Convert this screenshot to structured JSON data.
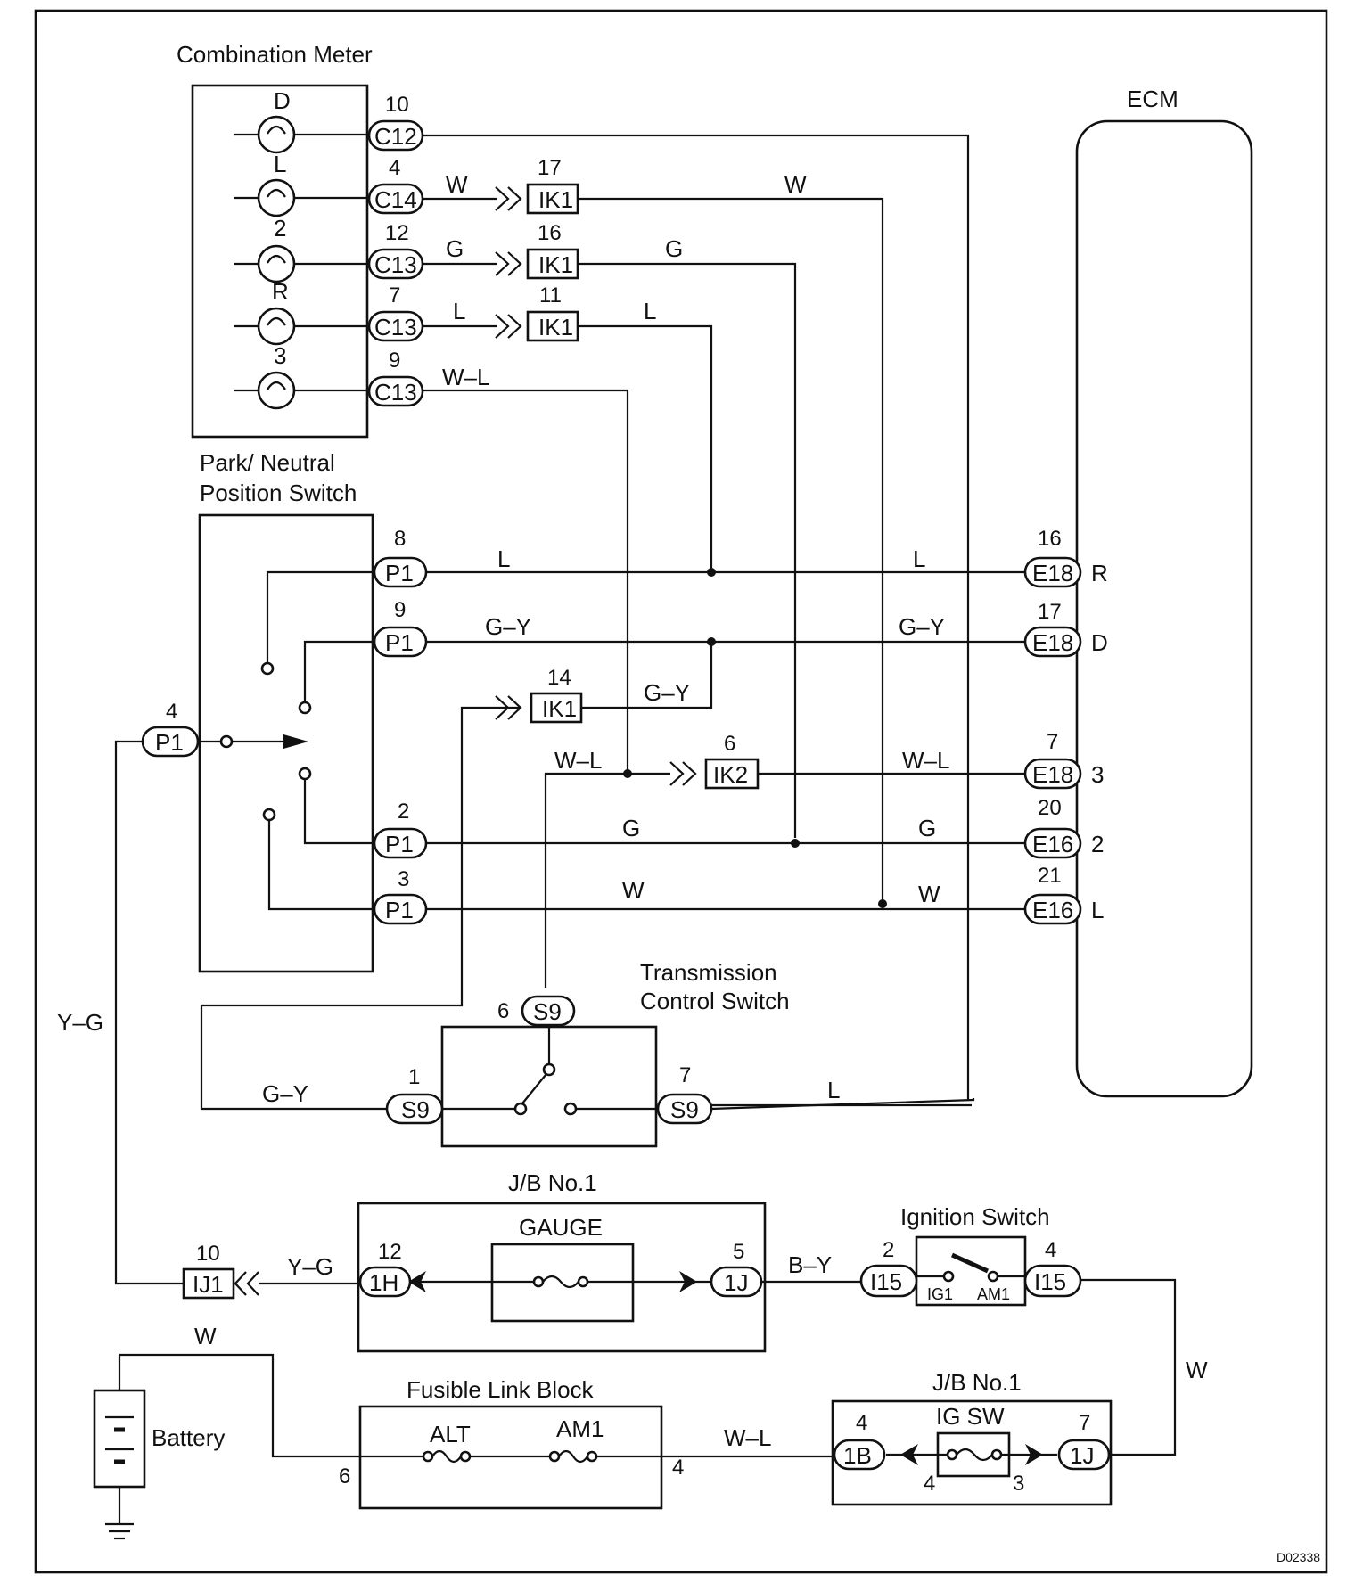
{
  "titles": {
    "combination_meter": "Combination Meter",
    "ecm": "ECM",
    "pnp_switch_line1": "Park/ Neutral",
    "pnp_switch_line2": "Position Switch",
    "tcs_line1": "Transmission",
    "tcs_line2": "Control Switch",
    "jb1_top": "J/B No.1",
    "ignition_switch": "Ignition Switch",
    "fusible_link_block": "Fusible Link Block",
    "jb1_bottom": "J/B No.1",
    "battery": "Battery",
    "doc_code": "D02338"
  },
  "meter": {
    "indicators": [
      "D",
      "L",
      "2",
      "R",
      "3"
    ],
    "pins": [
      "10",
      "4",
      "12",
      "7",
      "9"
    ],
    "connectors": [
      "C12",
      "C14",
      "C13",
      "C13",
      "C13"
    ],
    "wire_colors": [
      "W",
      "G",
      "L",
      "W–L"
    ]
  },
  "ik": {
    "pins": [
      "17",
      "16",
      "11",
      "14",
      "6"
    ],
    "connectors": [
      "IK1",
      "IK1",
      "IK1",
      "IK1",
      "IK2"
    ],
    "wire_colors": [
      "W",
      "G",
      "L",
      "G–Y",
      "W–L",
      "W–L"
    ]
  },
  "pnp": {
    "pins": [
      "8",
      "9",
      "4",
      "2",
      "3"
    ],
    "connector": "P1",
    "wire_colors": [
      "L",
      "G–Y",
      "G",
      "W"
    ]
  },
  "ecm": {
    "pins": [
      "16",
      "17",
      "7",
      "20",
      "21"
    ],
    "connectors": [
      "E18",
      "E18",
      "E18",
      "E16",
      "E16"
    ],
    "terminals": [
      "R",
      "D",
      "3",
      "2",
      "L"
    ],
    "wire_colors": [
      "L",
      "G–Y",
      "W–L",
      "G",
      "W"
    ]
  },
  "tcs": {
    "pins": [
      "6",
      "1",
      "7"
    ],
    "connector": "S9",
    "wire_colors": [
      "G–Y",
      "L"
    ]
  },
  "left_wire": "Y–G",
  "jb_top": {
    "fuse": "GAUGE",
    "pins": [
      "12",
      "5"
    ],
    "connectors": [
      "1H",
      "1J"
    ],
    "ij_pin": "10",
    "ij_connector": "IJ1",
    "wire_yg": "Y–G",
    "wire_by": "B–Y"
  },
  "ignition": {
    "pins": [
      "2",
      "4"
    ],
    "connector": "I15",
    "terminals": [
      "IG1",
      "AM1"
    ],
    "wire_right": "W"
  },
  "fusible": {
    "fuses": [
      "ALT",
      "AM1"
    ],
    "pins": [
      "6",
      "4"
    ],
    "wire_battery": "W",
    "wire_out": "W–L"
  },
  "jb_bottom": {
    "fuse": "IG SW",
    "pins": [
      "4",
      "7",
      "4",
      "3"
    ],
    "connectors": [
      "1B",
      "1J"
    ]
  }
}
